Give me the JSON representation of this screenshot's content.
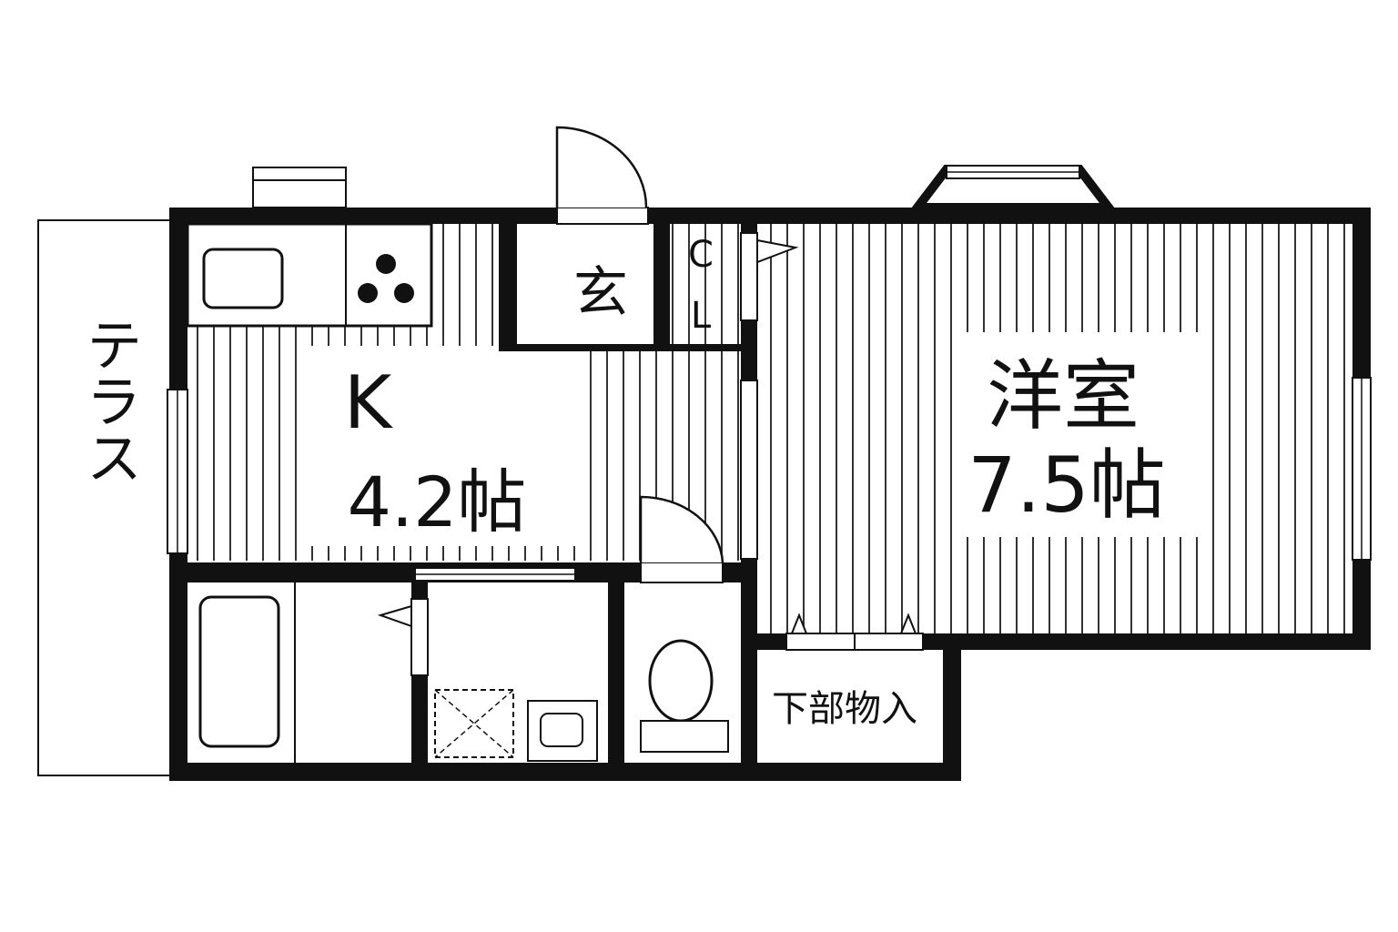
{
  "floorplan": {
    "rooms": {
      "terrace": "テラス",
      "kitchen": {
        "name": "K",
        "size": "4.2帖"
      },
      "entrance": "玄",
      "closet": {
        "line1": "C",
        "line2": "L"
      },
      "western_room": {
        "name": "洋室",
        "size": "7.5帖"
      },
      "under_storage": "下部物入"
    },
    "colors": {
      "wall": "#111111",
      "floor_line": "#333333",
      "background": "#ffffff"
    },
    "icons": [
      "sink-icon",
      "stove-burner-icon",
      "bathtub-icon",
      "toilet-icon",
      "washbasin-icon",
      "laundry-pan-icon",
      "door-swing-icon",
      "window-icon"
    ]
  }
}
